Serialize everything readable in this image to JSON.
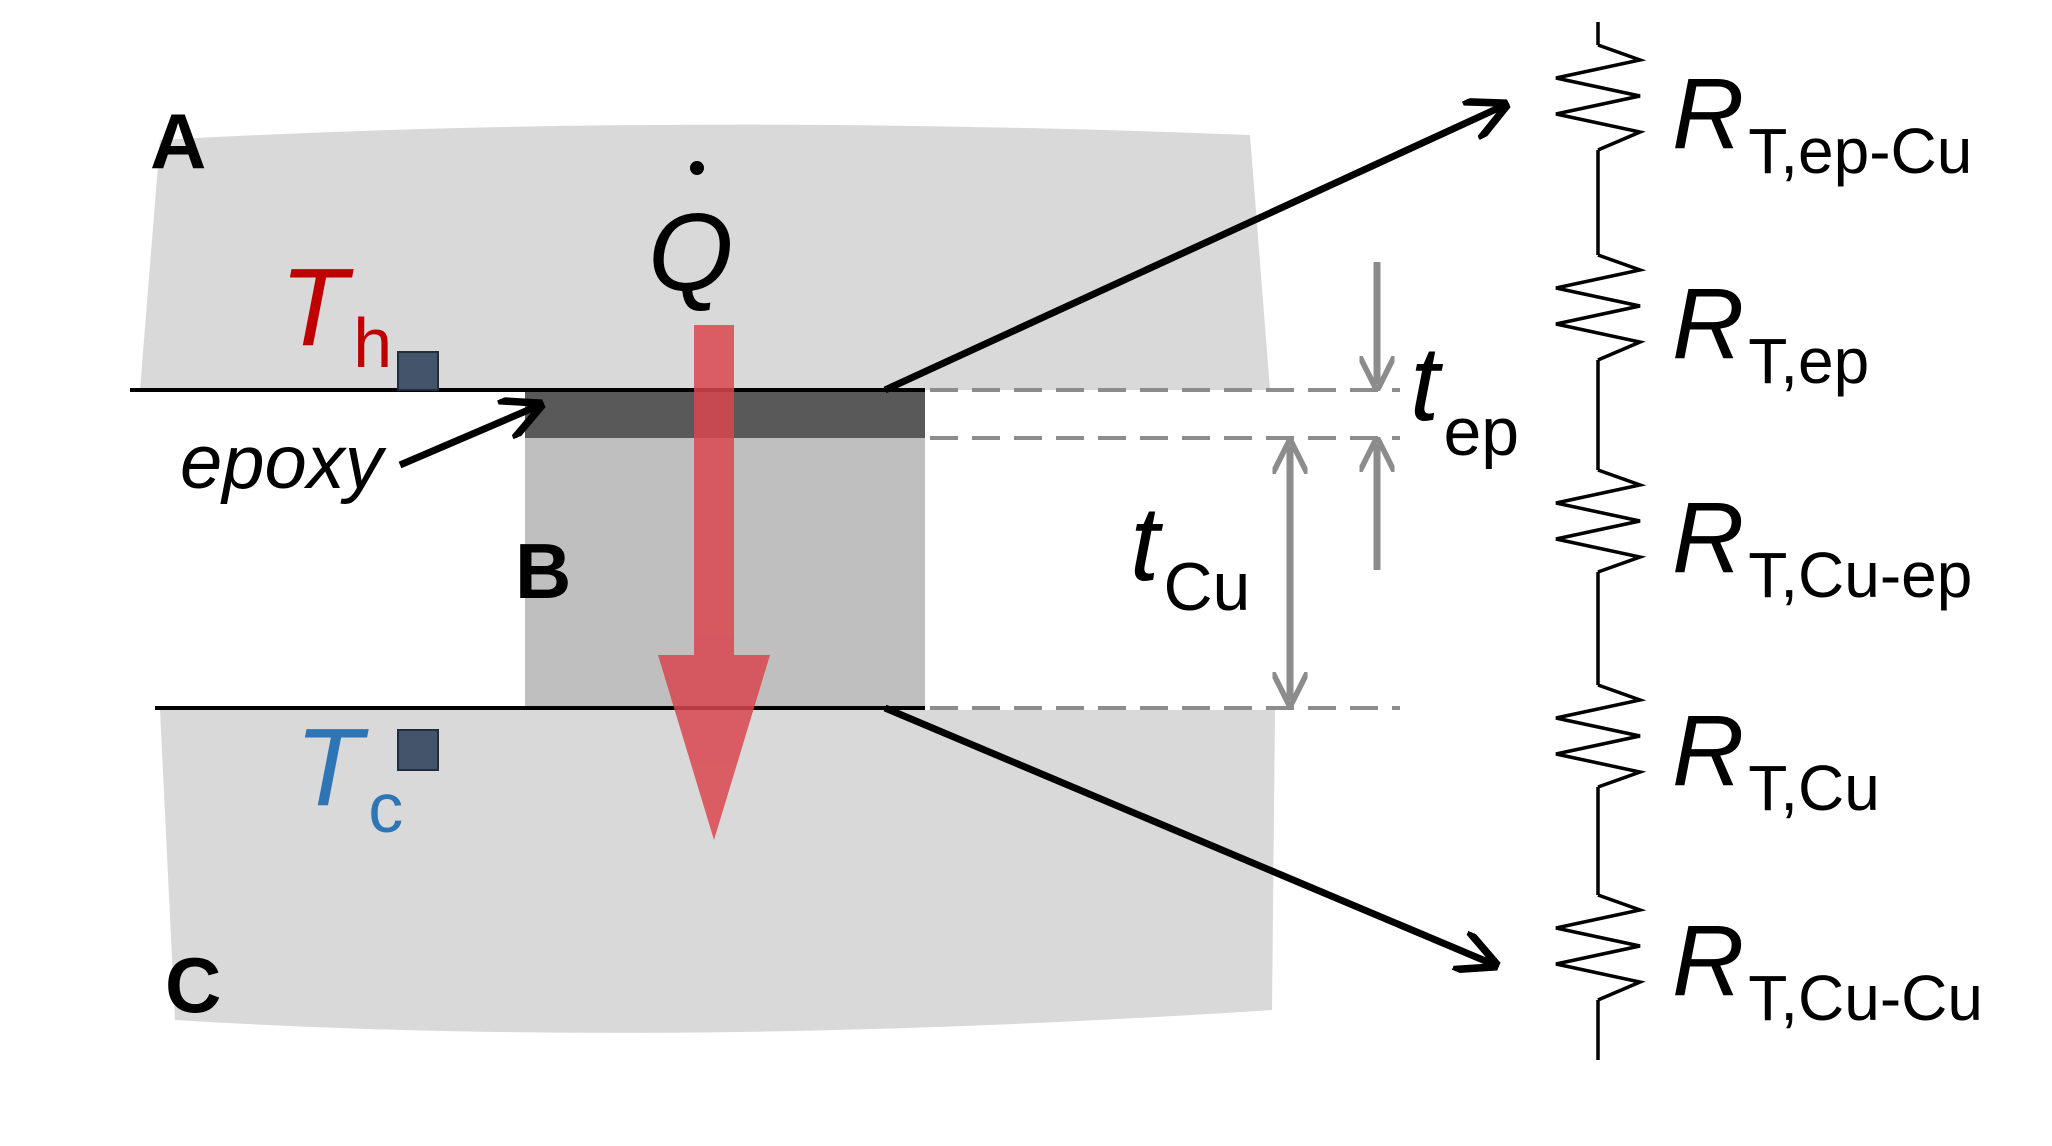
{
  "regions": {
    "a": "A",
    "b": "B",
    "c": "C"
  },
  "heat_flow": {
    "symbol": "Q"
  },
  "hot_temp": {
    "symbol": "T",
    "subscript": "h",
    "color": "#c00000"
  },
  "cold_temp": {
    "symbol": "T",
    "subscript": "c",
    "color": "#2e75b6"
  },
  "epoxy_label": "epoxy",
  "thickness": {
    "epoxy": {
      "symbol": "t",
      "subscript": "ep"
    },
    "copper": {
      "symbol": "t",
      "subscript": "Cu"
    }
  },
  "resistors": [
    {
      "symbol": "R",
      "subscript": "T,ep-Cu"
    },
    {
      "symbol": "R",
      "subscript": "T,ep"
    },
    {
      "symbol": "R",
      "subscript": "T,Cu-ep"
    },
    {
      "symbol": "R",
      "subscript": "T,Cu"
    },
    {
      "symbol": "R",
      "subscript": "T,Cu-Cu"
    }
  ],
  "colors": {
    "block": "#d9d9d9",
    "sample": "#bfbfbf",
    "epoxy_layer": "#595959",
    "heat_arrow": "#d9464f",
    "dimension": "#8c8c8c",
    "sensor": "#44546a"
  }
}
